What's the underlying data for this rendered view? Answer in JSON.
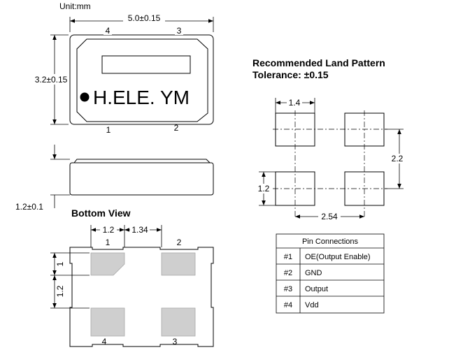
{
  "unit_label": "Unit:mm",
  "top_view": {
    "length_dim": "5.0±0.15",
    "width_dim": "3.2±0.15",
    "marking": "H.ELE. YM",
    "pin_labels": [
      "1",
      "2",
      "3",
      "4"
    ]
  },
  "side_view": {
    "height_dim": "1.2±0.1"
  },
  "bottom_view": {
    "title": "Bottom View",
    "dim_pad_width": "1.2",
    "dim_pad_gap": "1.34",
    "dim_pad_height": "1",
    "dim_pad_vgap": "1.2",
    "pin_labels": [
      "1",
      "2",
      "3",
      "4"
    ]
  },
  "land_pattern": {
    "title": "Recommended Land Pattern",
    "tolerance": "Tolerance: ±0.15",
    "dim_width": "1.4",
    "dim_pitch_v": "2.2",
    "dim_height": "1.2",
    "dim_pitch_h": "2.54"
  },
  "pin_table": {
    "header": "Pin Connections",
    "rows": [
      {
        "pin": "#1",
        "function": "OE(Output Enable)"
      },
      {
        "pin": "#2",
        "function": "GND"
      },
      {
        "pin": "#3",
        "function": "Output"
      },
      {
        "pin": "#4",
        "function": "Vdd"
      }
    ]
  }
}
